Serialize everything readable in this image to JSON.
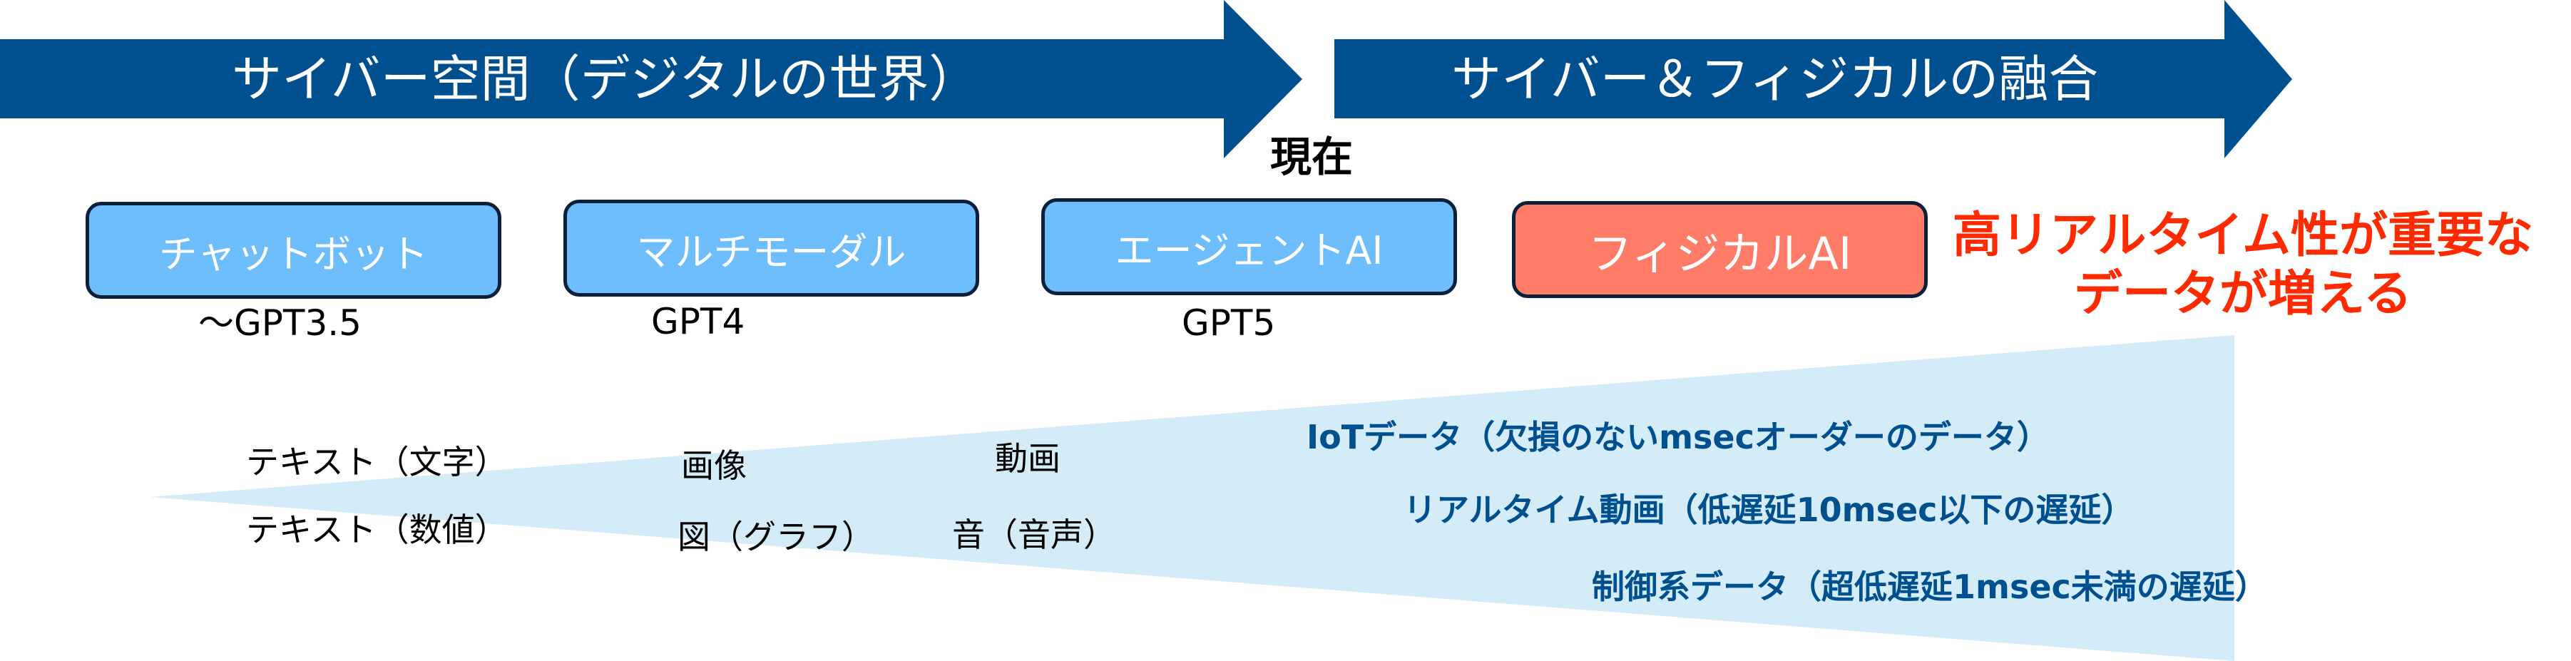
{
  "colors": {
    "arrow": "#00508f",
    "wedge": "#d4ecf7",
    "stage_blue": "#6ebdfd",
    "stage_coral": "#ff7d68",
    "stage_border": "#0b1f3a",
    "callout_red": "#ff2a00",
    "realtime_text": "#00508f"
  },
  "arrows": [
    {
      "label": "サイバー空間（デジタルの世界）"
    },
    {
      "label": "サイバー＆フィジカルの融合"
    }
  ],
  "now_marker": "現在",
  "stages": [
    {
      "label": "チャットボット",
      "model": "～GPT3.5"
    },
    {
      "label": "マルチモーダル",
      "model": "GPT4"
    },
    {
      "label": "エージェントAI",
      "model": "GPT5"
    },
    {
      "label": "フィジカルAI",
      "model": ""
    }
  ],
  "callout": {
    "line1": "高リアルタイム性が重要な",
    "line2": "データが増える"
  },
  "data_types": {
    "text": [
      "テキスト（文字）",
      "テキスト（数値）"
    ],
    "visual": [
      "画像",
      "図（グラフ）"
    ],
    "media": [
      "動画",
      "音（音声）"
    ],
    "realtime": [
      "IoTデータ（欠損のないmsecオーダーのデータ）",
      "リアルタイム動画（低遅延10msec以下の遅延）",
      "制御系データ（超低遅延1msec未満の遅延）"
    ]
  }
}
